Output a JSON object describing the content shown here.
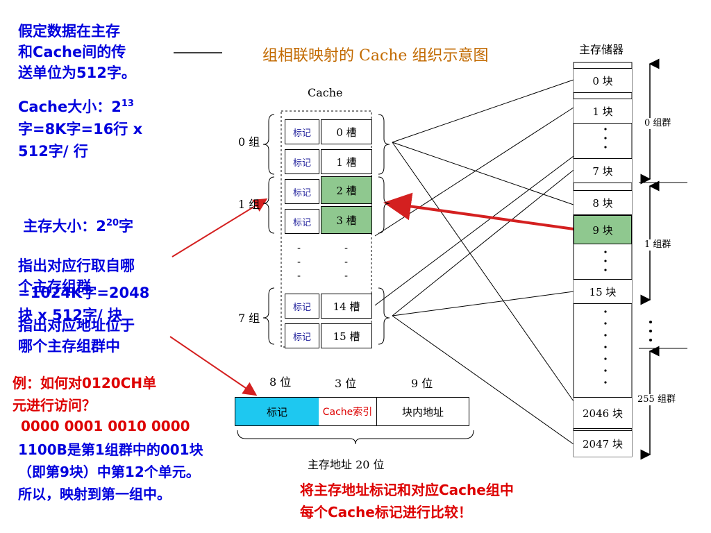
{
  "title": "组相联映射的 Cache 组织示意图",
  "notes": {
    "transfer_unit": [
      "假定数据在主存",
      "和Cache间的传",
      "送单位为512字。"
    ],
    "cache_size": {
      "prefix": "Cache大小：2",
      "exp": "13",
      "lines": [
        "字=8K字=16行 x",
        "512字/ 行"
      ]
    },
    "mem_size": {
      "prefix": " 主存大小：2",
      "exp": "20",
      "suffix": "字",
      "lines": [
        "=1024K字=2048",
        "块 x 512字/ 块"
      ]
    },
    "group_hint": [
      "指出对应行取自哪",
      "个主存组群"
    ],
    "addr_hint": [
      "指出对应地址位于",
      "哪个主存组群中"
    ],
    "example_q": [
      "例：如何对0120CH单",
      "元进行访问？"
    ],
    "example_bits": "0000 0001 0010 0000",
    "example_ans": [
      "1100B是第1组群中的001块",
      "（即第9块）中第12个单元。",
      "所以，映射到第一组中。"
    ],
    "compare": [
      "将主存地址标记和对应Cache组中",
      "每个Cache标记进行比较！"
    ]
  },
  "cache": {
    "title": "Cache",
    "tag_label": "标记",
    "groups": [
      {
        "label": "0 组",
        "slots": [
          "0 槽",
          "1 槽"
        ]
      },
      {
        "label": "1 组",
        "slots": [
          "2 槽",
          "3 槽"
        ]
      },
      {
        "label": "7 组",
        "slots": [
          "14 槽",
          "15 槽"
        ]
      }
    ],
    "ellipsis": "-"
  },
  "memory": {
    "title": "主存储器",
    "blocks": [
      "0 块",
      "1 块",
      "7 块",
      "8 块",
      "9 块",
      "15 块",
      "2046 块",
      "2047 块"
    ],
    "ellipsis": "·",
    "clusters": [
      "0 组群",
      "1 组群",
      "255 组群"
    ]
  },
  "address": {
    "fields": [
      {
        "bits": "8 位",
        "label": "标记"
      },
      {
        "bits": "3 位",
        "label": "Cache索引"
      },
      {
        "bits": "9 位",
        "label": "块内地址"
      }
    ],
    "caption": "主存地址 20 位"
  },
  "colors": {
    "blue_text": "#0000dd",
    "red_text": "#dd0000",
    "highlight": "#8fc88f",
    "tag_field": "#1ec8f0",
    "arrow": "#d42020"
  }
}
